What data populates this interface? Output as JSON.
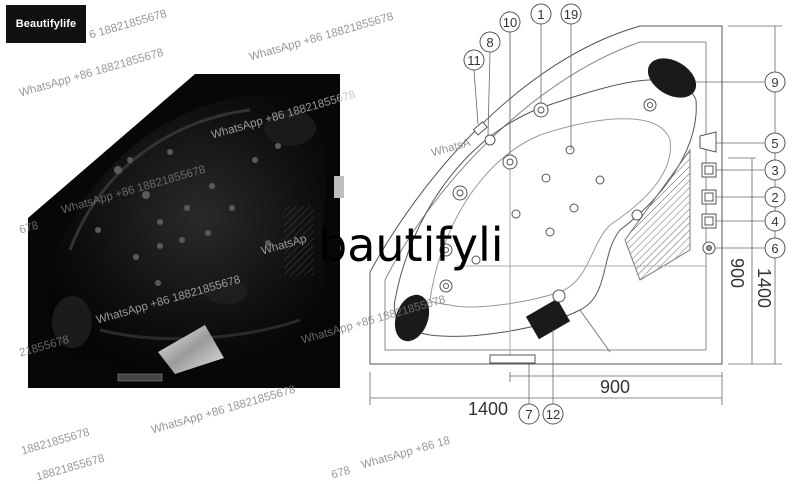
{
  "brand": {
    "logo_text": "Beautifylife",
    "overlay_text": "bautifyli"
  },
  "watermark": {
    "phone_text": "WhatsApp +86 18821855678",
    "fragments": [
      "6 18821855678",
      "WhatsApp +86 1",
      "WhatsA",
      "678",
      "21855678",
      "18821855678",
      "WhatsAp",
      "Whats",
      "WhatsApp +86 188",
      "WhatsApp +86 18"
    ]
  },
  "dimensions": {
    "total_width": "1400",
    "inner_width": "900",
    "total_height": "1400",
    "inner_height": "900"
  },
  "callouts": [
    "1",
    "19",
    "10",
    "8",
    "11",
    "9",
    "5",
    "3",
    "2",
    "4",
    "6",
    "7",
    "12"
  ],
  "colors": {
    "tub_photo": "#0a0a0a",
    "line": "#555555",
    "pillow": "#1a1a1a"
  }
}
